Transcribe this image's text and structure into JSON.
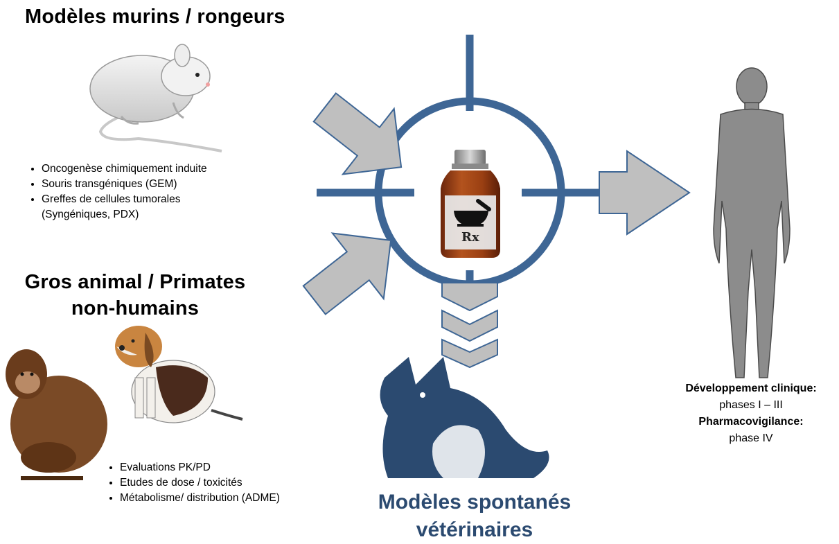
{
  "rodents": {
    "title": "Modèles murins / rongeurs",
    "bullets": [
      "Oncogenèse chimiquement induite",
      "Souris transgéniques (GEM)",
      "Greffes de cellules tumorales",
      "(Syngéniques, PDX)"
    ]
  },
  "large_animal": {
    "title_line1": "Gros animal / Primates",
    "title_line2": "non-humains",
    "bullets": [
      "Evaluations PK/PD",
      "Etudes de dose / toxicités",
      "Métabolisme/ distribution (ADME)"
    ]
  },
  "veterinary": {
    "line1": "Modèles  spontanés",
    "line2": "vétérinaires"
  },
  "clinical": {
    "dev_label": "Développement clinique:",
    "dev_phases": "phases I – III",
    "pv_label": "Pharmacovigilance:",
    "pv_phase": "phase IV"
  },
  "bottle": {
    "rx_label": "Rx"
  },
  "colors": {
    "target_blue": "#3e6695",
    "arrow_gray": "#bfbfbf",
    "arrow_outline": "#3e6695",
    "vet_navy": "#2b4a70",
    "human_gray": "#8c8c8c"
  }
}
